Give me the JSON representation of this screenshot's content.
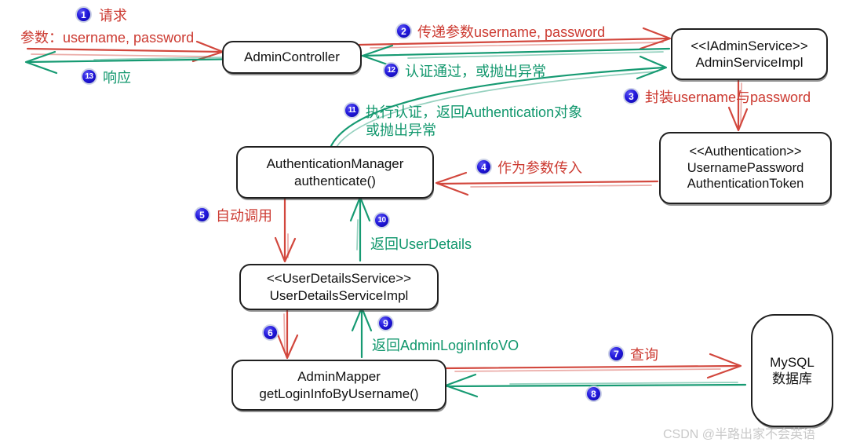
{
  "colors": {
    "arrow_red": "#d2473d",
    "arrow_green": "#169a72",
    "label_red": "#cc3a31",
    "label_green": "#11976d",
    "badge_blue": "#2319dd",
    "watermark_gray": "#c9c9c9",
    "box_border": "#1f1f1f"
  },
  "nodes": {
    "admin_controller": {
      "lines": [
        "AdminController"
      ]
    },
    "admin_service": {
      "lines": [
        "<<IAdminService>>",
        "AdminServiceImpl"
      ]
    },
    "auth_token": {
      "lines": [
        "<<Authentication>>",
        "UsernamePassword",
        "AuthenticationToken"
      ]
    },
    "auth_manager": {
      "lines": [
        "AuthenticationManager",
        "authenticate()"
      ]
    },
    "user_details_service": {
      "lines": [
        "<<UserDetailsService>>",
        "UserDetailsServiceImpl"
      ]
    },
    "admin_mapper": {
      "lines": [
        "AdminMapper",
        "getLoginInfoByUsername()"
      ]
    },
    "mysql_db": {
      "lines": [
        "MySQL",
        "数据库"
      ]
    }
  },
  "steps": {
    "s1": {
      "num": "1",
      "label": "请求"
    },
    "s1_params": "参数：username, password",
    "s2": {
      "num": "2",
      "label": "传递参数username, password"
    },
    "s3": {
      "num": "3",
      "label": "封装username与password"
    },
    "s4": {
      "num": "4",
      "label": "作为参数传入"
    },
    "s5": {
      "num": "5",
      "label": "自动调用"
    },
    "s6": {
      "num": "6"
    },
    "s7": {
      "num": "7",
      "label": "查询"
    },
    "s8": {
      "num": "8"
    },
    "s9": {
      "num": "9",
      "label": "返回AdminLoginInfoVO"
    },
    "s10": {
      "num": "10",
      "label": "返回UserDetails"
    },
    "s11": {
      "num": "11",
      "label": "执行认证，返回Authentication对象",
      "label2": "或抛出异常"
    },
    "s12": {
      "num": "12",
      "label": "认证通过，或抛出异常"
    },
    "s13": {
      "num": "13",
      "label": "响应"
    }
  },
  "watermark": "CSDN @半路出家不会英语"
}
